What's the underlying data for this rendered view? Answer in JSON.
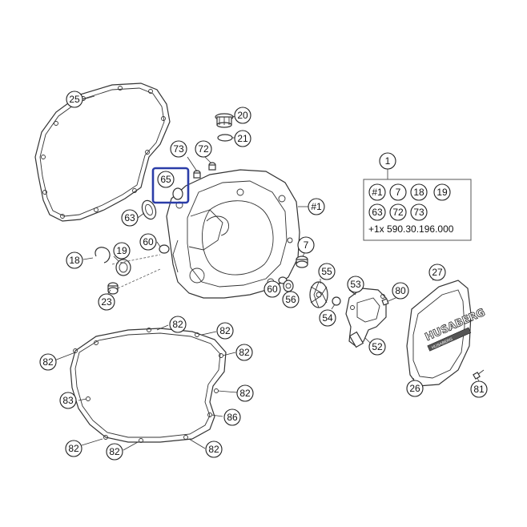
{
  "callouts": [
    {
      "id": "c25",
      "label": "25"
    },
    {
      "id": "c20",
      "label": "20"
    },
    {
      "id": "c21",
      "label": "21"
    },
    {
      "id": "c73",
      "label": "73"
    },
    {
      "id": "c72",
      "label": "72"
    },
    {
      "id": "c65",
      "label": "65",
      "highlighted": true
    },
    {
      "id": "c63",
      "label": "63"
    },
    {
      "id": "c1b",
      "label": "#1"
    },
    {
      "id": "c60a",
      "label": "60"
    },
    {
      "id": "c18",
      "label": "18"
    },
    {
      "id": "c19",
      "label": "19"
    },
    {
      "id": "c23",
      "label": "23"
    },
    {
      "id": "c7",
      "label": "7"
    },
    {
      "id": "c55",
      "label": "55"
    },
    {
      "id": "c60b",
      "label": "60"
    },
    {
      "id": "c56",
      "label": "56"
    },
    {
      "id": "c53",
      "label": "53"
    },
    {
      "id": "c80",
      "label": "80"
    },
    {
      "id": "c54",
      "label": "54"
    },
    {
      "id": "c27",
      "label": "27"
    },
    {
      "id": "c52",
      "label": "52"
    },
    {
      "id": "c26",
      "label": "26"
    },
    {
      "id": "c81",
      "label": "81"
    },
    {
      "id": "g82a",
      "label": "82"
    },
    {
      "id": "g82b",
      "label": "82"
    },
    {
      "id": "g82c",
      "label": "82"
    },
    {
      "id": "g82d",
      "label": "82"
    },
    {
      "id": "g82e",
      "label": "82"
    },
    {
      "id": "g82f",
      "label": "82"
    },
    {
      "id": "g82g",
      "label": "82"
    },
    {
      "id": "g82h",
      "label": "82"
    },
    {
      "id": "g83",
      "label": "83"
    },
    {
      "id": "g86",
      "label": "86"
    }
  ],
  "kit": {
    "title": "1",
    "members": [
      "#1",
      "7",
      "18",
      "19",
      "63",
      "72",
      "73"
    ],
    "note": "+1x 590.30.196.000"
  },
  "logo": {
    "brand": "HUSABERG",
    "subtitle": "HUSABERG"
  },
  "colors": {
    "highlight": "#2b3da8",
    "line": "#333333"
  }
}
